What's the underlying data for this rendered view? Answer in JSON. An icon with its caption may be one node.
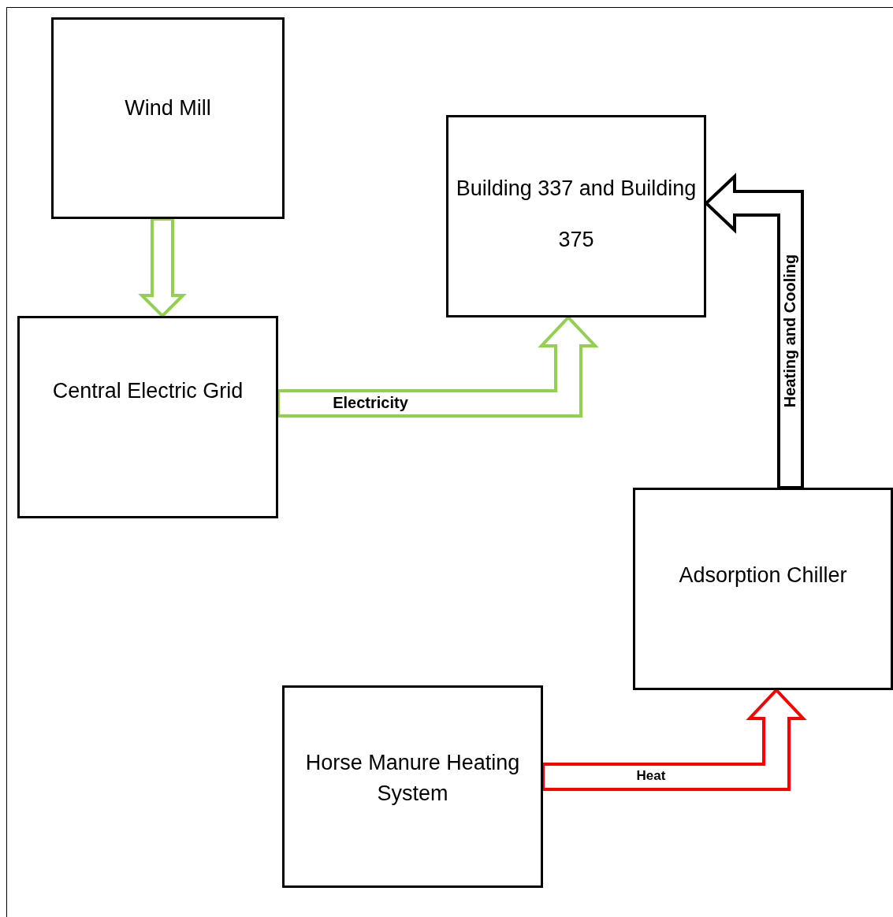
{
  "diagram": {
    "nodes": [
      {
        "text": [
          "Wind Mill"
        ]
      },
      {
        "text": [
          "Building 337 and Building 375"
        ]
      },
      {
        "text": [
          "Central Electric Grid"
        ]
      },
      {
        "text": [
          "Adsorption Chiller"
        ]
      },
      {
        "text": [
          "Horse Manure Heating System"
        ]
      }
    ],
    "edges": [
      {
        "from": 0,
        "to": 2,
        "arrow": "to"
      },
      {
        "from": 2,
        "to": 1,
        "arrow": "to",
        "label": "Electricity"
      },
      {
        "from": 3,
        "to": 1,
        "arrow": "to",
        "label": "Heating and Cooling",
        "color": "#000000"
      },
      {
        "from": 4,
        "to": 3,
        "arrow": "to",
        "label": "Heat",
        "color": "#ff0000"
      }
    ]
  }
}
